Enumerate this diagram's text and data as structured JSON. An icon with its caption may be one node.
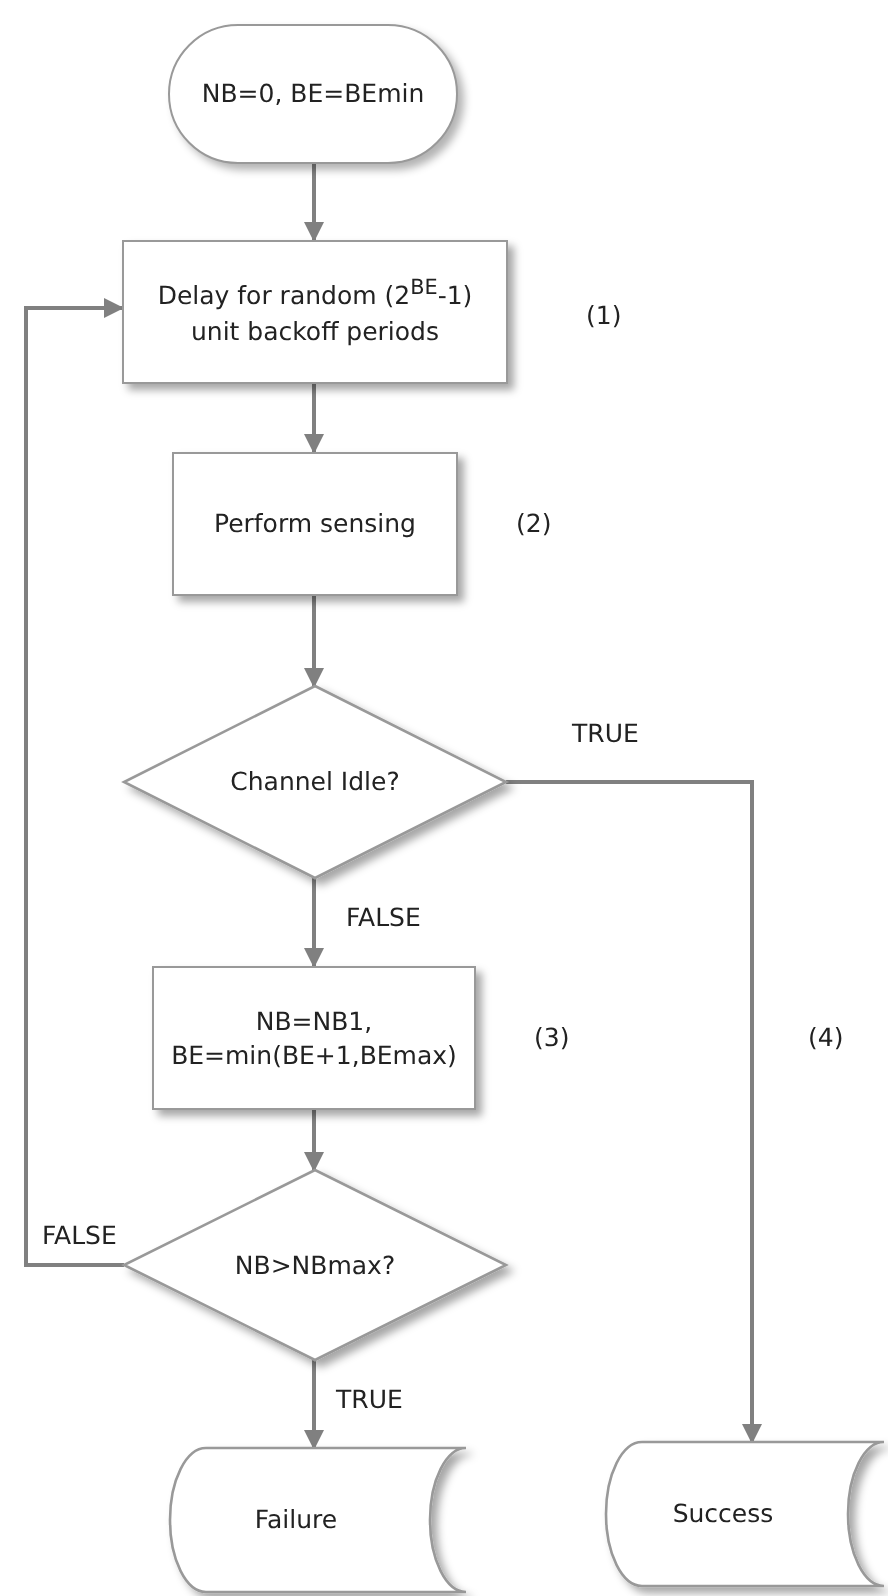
{
  "diagram": {
    "nodes": [
      {
        "text": [
          "NB=0, BE=BEmin"
        ]
      },
      {
        "text": [
          "Delay for random (2$^{BE}$-1) unit backoff periods"
        ],
        "beside": [
          "(1)"
        ]
      },
      {
        "text": [
          "Perform sensing"
        ],
        "beside": [
          "(2)"
        ]
      },
      {
        "text": [
          "Channel Idle?"
        ]
      },
      {
        "text": [
          "NB=NB1, BE=min(BE+1,BEmax)"
        ],
        "beside": [
          "(3)"
        ]
      },
      {
        "text": [
          "NB>NBmax?"
        ]
      },
      {
        "text": [
          "Failure"
        ]
      },
      {
        "text": [
          "Success"
        ]
      }
    ],
    "edges": [
      {
        "from": 0,
        "to": 1,
        "arrow": "to"
      },
      {
        "from": 1,
        "to": 2,
        "arrow": "to"
      },
      {
        "from": 2,
        "to": 3,
        "arrow": "to"
      },
      {
        "from": 3,
        "to": 4,
        "arrow": "to",
        "label": "FALSE"
      },
      {
        "from": 3,
        "to": 7,
        "arrow": "to",
        "label": "TRUE"
      },
      {
        "from": 4,
        "to": 5,
        "arrow": "to"
      },
      {
        "from": 5,
        "to": 1,
        "arrow": "to",
        "label": "FALSE"
      },
      {
        "from": 5,
        "to": 6,
        "arrow": "to",
        "label": "TRUE"
      }
    ],
    "labels": [
      "(4)"
    ]
  }
}
